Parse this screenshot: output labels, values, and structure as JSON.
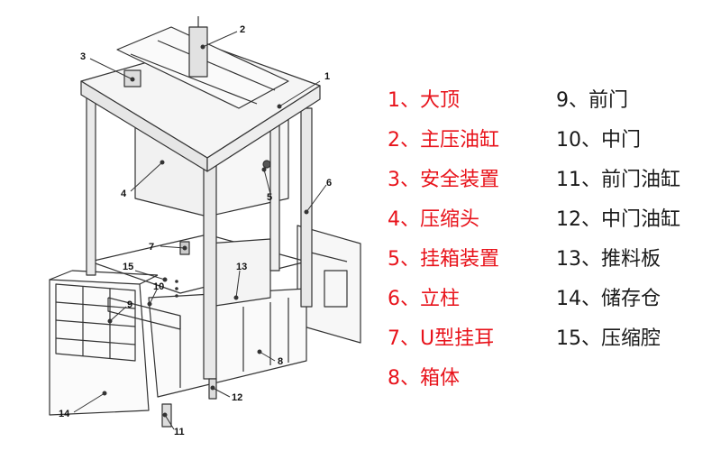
{
  "callouts": [
    "1",
    "2",
    "3",
    "4",
    "5",
    "6",
    "7",
    "8",
    "9",
    "10",
    "11",
    "12",
    "13",
    "14",
    "15"
  ],
  "legend": {
    "left": [
      {
        "text": "1、大顶"
      },
      {
        "text": "2、主压油缸"
      },
      {
        "text": "3、安全装置"
      },
      {
        "text": "4、压缩头"
      },
      {
        "text": "5、挂箱装置"
      },
      {
        "text": "6、立柱"
      },
      {
        "text": "7、U型挂耳"
      },
      {
        "text": "8、箱体"
      }
    ],
    "right": [
      {
        "text": "9、前门"
      },
      {
        "text": "10、中门"
      },
      {
        "text": "11、前门油缸"
      },
      {
        "text": "12、中门油缸"
      },
      {
        "text": "13、推料板"
      },
      {
        "text": "14、储存仓"
      },
      {
        "text": "15、压缩腔"
      }
    ]
  },
  "colors": {
    "legend_left": "#e8131b",
    "legend_right": "#1a1a1a",
    "line": "#333333"
  }
}
